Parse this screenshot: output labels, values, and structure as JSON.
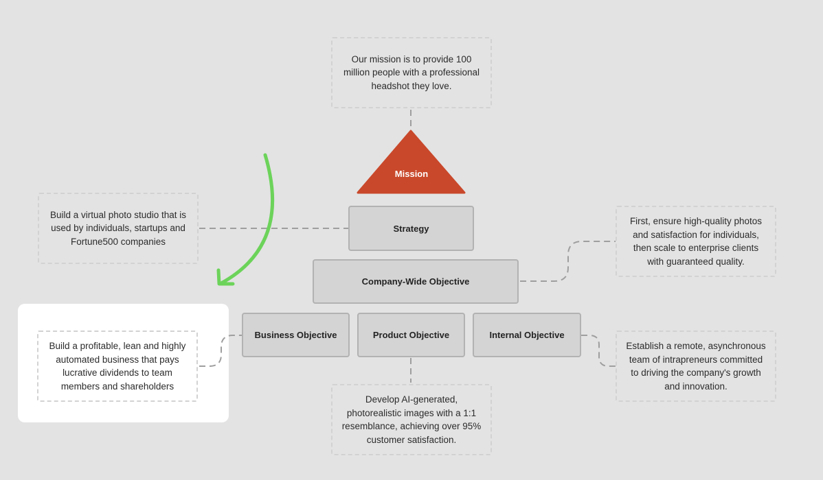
{
  "mission": {
    "label": "Mission",
    "color": "#c9482b",
    "note_lines": [
      "Our mission is to provide 100",
      "million people with a professional",
      "headshot they love."
    ]
  },
  "strategy": {
    "label": "Strategy",
    "note_lines": [
      "Build a virtual photo studio that is",
      "used by individuals, startups and",
      "Fortune500 companies"
    ]
  },
  "company_objective": {
    "label": "Company-Wide Objective",
    "note_lines": [
      "First, ensure high-quality photos",
      "and satisfaction for individuals,",
      "then scale to enterprise clients",
      "with guaranteed quality."
    ]
  },
  "business_objective": {
    "label": "Business Objective",
    "note_lines": [
      "Build a profitable, lean and highly",
      "automated business that pays",
      "lucrative dividends to team",
      "members and shareholders"
    ]
  },
  "product_objective": {
    "label": "Product Objective",
    "note_lines": [
      "Develop AI-generated,",
      "photorealistic images with a 1:1",
      "resemblance, achieving over 95%",
      "customer satisfaction."
    ]
  },
  "internal_objective": {
    "label": "Internal Objective",
    "note_lines": [
      "Establish a remote, asynchronous",
      "team of intrapreneurs committed",
      "to driving the company's growth",
      "and innovation."
    ]
  },
  "arrow_color": "#6cd35a"
}
